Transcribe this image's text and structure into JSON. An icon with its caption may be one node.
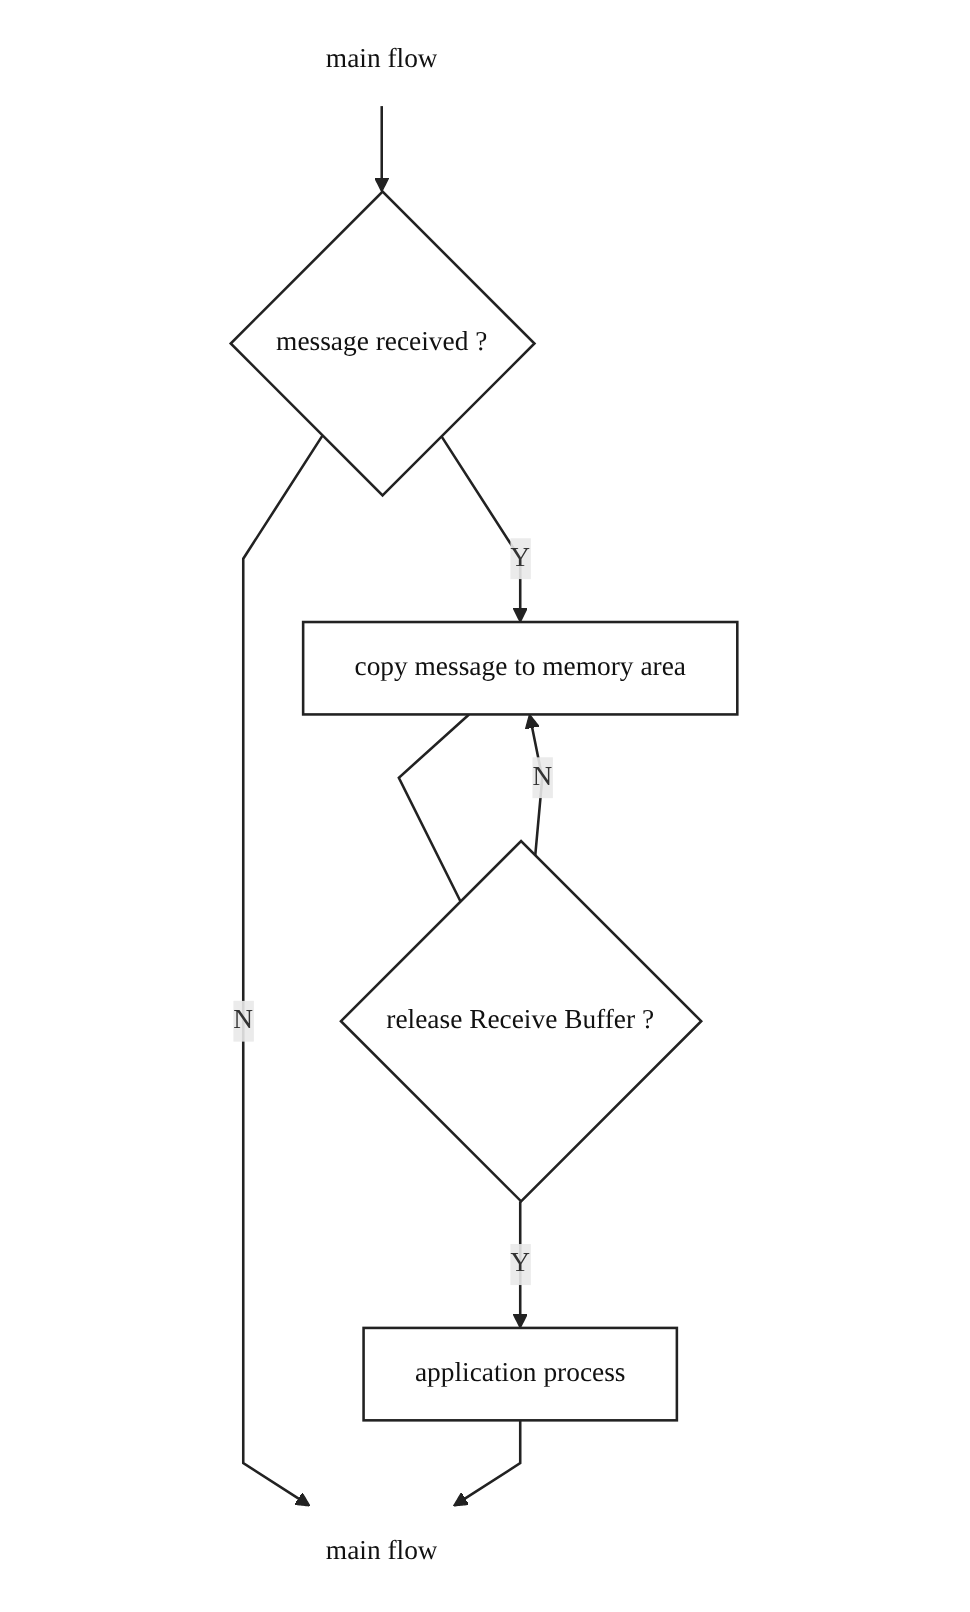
{
  "diagram": {
    "nodes": [
      {
        "text": [
          "main flow"
        ]
      },
      {
        "text": [
          "message received ?"
        ]
      },
      {
        "text": [
          "copy message to memory area"
        ]
      },
      {
        "text": [
          "release Receive Buffer ?"
        ]
      },
      {
        "text": [
          "application process"
        ]
      },
      {
        "text": [
          "main flow"
        ]
      }
    ],
    "edges": [
      {
        "from": 0,
        "to": 1,
        "arrow": "to"
      },
      {
        "from": 1,
        "to": 2,
        "arrow": "to",
        "label": "Y"
      },
      {
        "from": 1,
        "to": 5,
        "arrow": "to",
        "label": "N"
      },
      {
        "from": 2,
        "to": 3,
        "arrow": "none"
      },
      {
        "from": 3,
        "to": 2,
        "arrow": "to",
        "label": "N"
      },
      {
        "from": 3,
        "to": 4,
        "arrow": "to",
        "label": "Y"
      },
      {
        "from": 4,
        "to": 5,
        "arrow": "to"
      }
    ]
  }
}
